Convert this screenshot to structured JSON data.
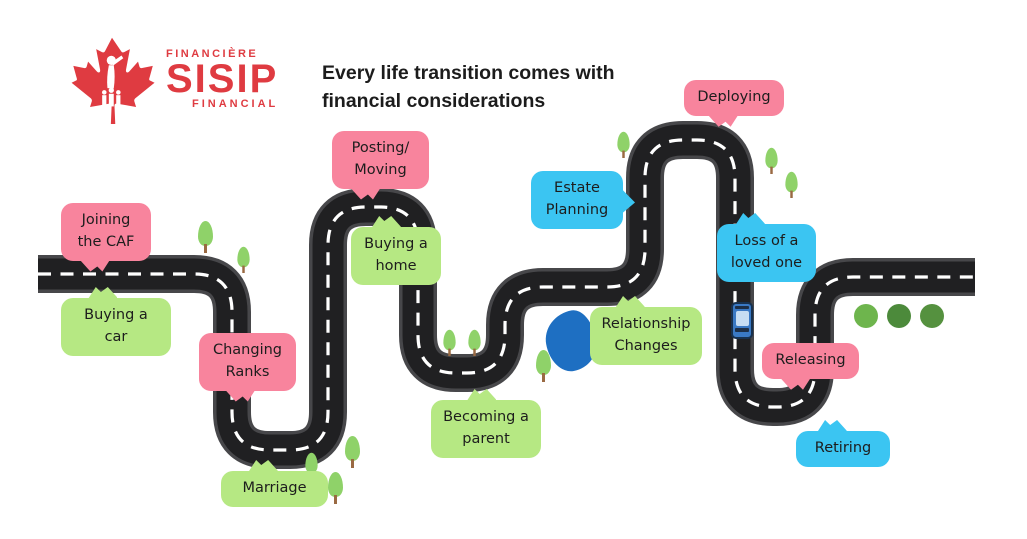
{
  "brand": {
    "top": "FINANCIÈRE",
    "name": "SISIP",
    "bottom": "FINANCIAL"
  },
  "title": "Every life transition comes with\nfinancial considerations",
  "milestones": [
    {
      "id": "joining-the-caf",
      "label": "Joining\nthe CAF",
      "category": "pink"
    },
    {
      "id": "buying-a-car",
      "label": "Buying a car",
      "category": "green"
    },
    {
      "id": "posting-moving",
      "label": "Posting/\nMoving",
      "category": "pink"
    },
    {
      "id": "buying-a-home",
      "label": "Buying a\nhome",
      "category": "green"
    },
    {
      "id": "changing-ranks",
      "label": "Changing\nRanks",
      "category": "pink"
    },
    {
      "id": "marriage",
      "label": "Marriage",
      "category": "green"
    },
    {
      "id": "becoming-a-parent",
      "label": "Becoming a\nparent",
      "category": "green"
    },
    {
      "id": "relationship-changes",
      "label": "Relationship\nChanges",
      "category": "green"
    },
    {
      "id": "estate-planning",
      "label": "Estate\nPlanning",
      "category": "blue"
    },
    {
      "id": "deploying",
      "label": "Deploying",
      "category": "pink"
    },
    {
      "id": "loss-of-a-loved-one",
      "label": "Loss of a\nloved one",
      "category": "blue"
    },
    {
      "id": "releasing",
      "label": "Releasing",
      "category": "pink"
    },
    {
      "id": "retiring",
      "label": "Retiring",
      "category": "blue"
    }
  ],
  "colors": {
    "pink": "#F8849D",
    "green": "#B6E883",
    "blue": "#3BC5F2",
    "brand": "#DF3B41",
    "road": "#202022",
    "roadedge": "#47474a",
    "pond": "#1E6FC2",
    "tree": "#8FD269",
    "trunk": "#9A6A43",
    "dot1": "#6EB54D",
    "dot2": "#4C8A3B",
    "dot3": "#55913F",
    "car": "#3A79C4"
  }
}
